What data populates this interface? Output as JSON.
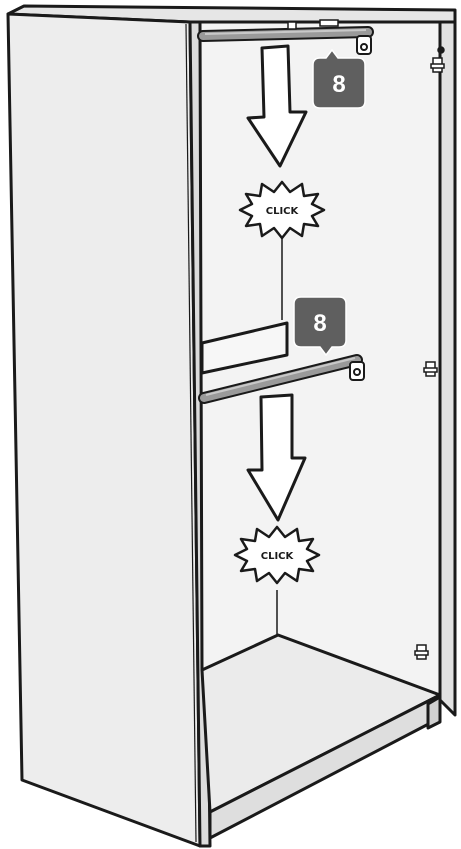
{
  "figure": {
    "callouts": [
      {
        "label": "8"
      },
      {
        "label": "8"
      }
    ],
    "click_markers": [
      {
        "text": "CLICK"
      },
      {
        "text": "CLICK"
      }
    ],
    "colors": {
      "panel_light": "#f2f2f2",
      "panel_mid": "#e6e6e6",
      "panel_dark": "#d9d9d9",
      "outline": "#1a1a1a",
      "rod": "#9a9a9a",
      "callout_bg": "#5f5f5f",
      "arrow_fill": "#ffffff"
    },
    "icons": [
      "wardrobe-cabinet",
      "hanging-rod",
      "rod-bracket",
      "down-arrow",
      "click-burst",
      "step-callout",
      "shelf-pin-clip"
    ]
  }
}
